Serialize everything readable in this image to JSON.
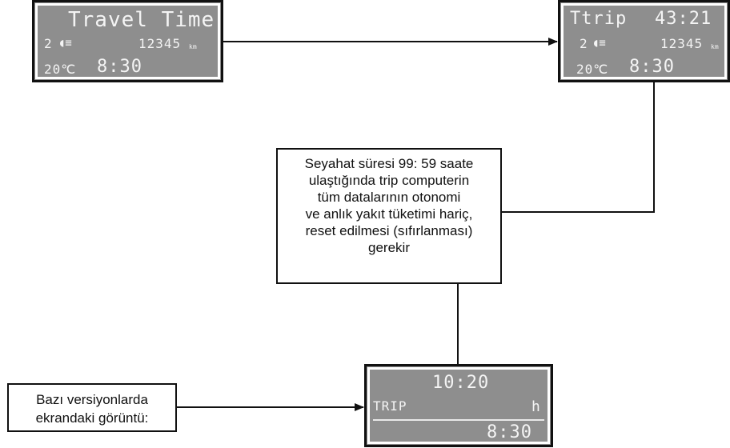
{
  "travel_display": {
    "title": "Travel Time",
    "gear": "2",
    "odometer": "12345",
    "odometer_unit": "km",
    "temperature": "20℃",
    "clock": "8:30"
  },
  "ttrip_display": {
    "label": "Ttrip",
    "elapsed": "43:21",
    "gear": "2",
    "odometer": "12345",
    "odometer_unit": "km",
    "temperature": "20℃",
    "clock": "8:30"
  },
  "trip_display": {
    "time": "10:20",
    "label": "TRIP",
    "unit": "h",
    "clock": "8:30"
  },
  "note_main": {
    "lines": [
      "Seyahat süresi  99: 59 saate",
      "ulaştığında trip computerin",
      "tüm datalarının otonomi",
      "ve anlık yakıt tüketimi hariç,",
      "reset edilmesi (sıfırlanması)",
      "gerekir"
    ]
  },
  "note_versions": {
    "lines": [
      "Bazı versiyonlarda",
      "ekrandaki görüntü:"
    ]
  },
  "colors": {
    "lcd_background": "#8e8e8e",
    "lcd_text": "#f4f4f4",
    "line": "#111111"
  },
  "icons": [
    "headlight-icon",
    "arrow-head-icon"
  ]
}
